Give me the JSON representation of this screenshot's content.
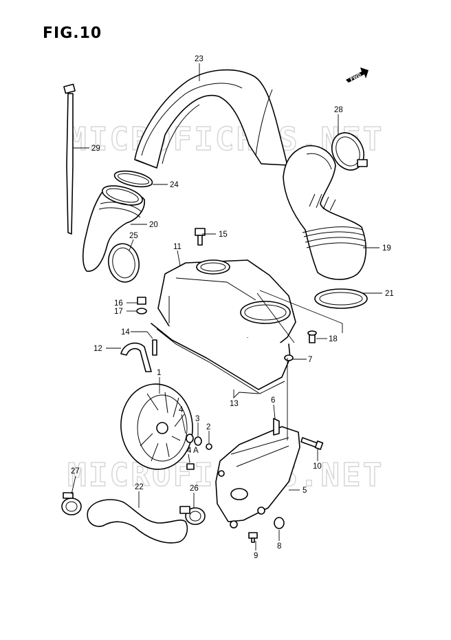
{
  "figure": {
    "title": "FIG.10",
    "watermark_text": "MICROFICHES.NET",
    "direction_marker": "FWD"
  },
  "callouts": [
    {
      "id": "c23",
      "label": "23"
    },
    {
      "id": "c28",
      "label": "28"
    },
    {
      "id": "c29",
      "label": "29"
    },
    {
      "id": "c24",
      "label": "24"
    },
    {
      "id": "c20",
      "label": "20"
    },
    {
      "id": "c25",
      "label": "25"
    },
    {
      "id": "c15",
      "label": "15"
    },
    {
      "id": "c11",
      "label": "11"
    },
    {
      "id": "c19",
      "label": "19"
    },
    {
      "id": "c21",
      "label": "21"
    },
    {
      "id": "c16",
      "label": "16"
    },
    {
      "id": "c17",
      "label": "17"
    },
    {
      "id": "c14",
      "label": "14"
    },
    {
      "id": "c18",
      "label": "18"
    },
    {
      "id": "c12",
      "label": "12"
    },
    {
      "id": "c7",
      "label": "7"
    },
    {
      "id": "c1",
      "label": "1"
    },
    {
      "id": "c13",
      "label": "13"
    },
    {
      "id": "c6",
      "label": "6"
    },
    {
      "id": "c4",
      "label": "4"
    },
    {
      "id": "c3",
      "label": "3"
    },
    {
      "id": "c2",
      "label": "2"
    },
    {
      "id": "c4A",
      "label": "4 A"
    },
    {
      "id": "c10",
      "label": "10"
    },
    {
      "id": "c27",
      "label": "27"
    },
    {
      "id": "c22",
      "label": "22"
    },
    {
      "id": "c26",
      "label": "26"
    },
    {
      "id": "c5",
      "label": "5"
    },
    {
      "id": "c9",
      "label": "9"
    },
    {
      "id": "c8",
      "label": "8"
    }
  ]
}
